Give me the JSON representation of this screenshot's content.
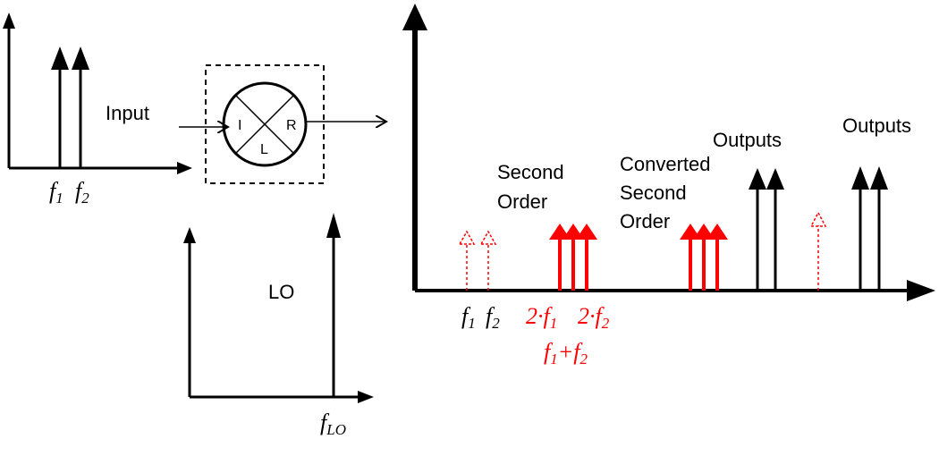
{
  "colors": {
    "ink": "#000000",
    "second_order": "#ff0000"
  },
  "input": {
    "label": "Input",
    "tones": [
      {
        "name": "f",
        "sub": "1"
      },
      {
        "name": "f",
        "sub": "2"
      }
    ]
  },
  "mixer": {
    "ports": {
      "i": "I",
      "l": "L",
      "r": "R"
    },
    "icon": "mixer-cross-icon"
  },
  "lo": {
    "label": "LO",
    "freq": {
      "name": "f",
      "sub": "LO"
    }
  },
  "output": {
    "tones": [
      {
        "name": "f",
        "sub": "1"
      },
      {
        "name": "f",
        "sub": "2"
      }
    ],
    "second_order": {
      "label_line1": "Second",
      "label_line2": "Order",
      "products": [
        {
          "prefix": "2·f",
          "sub": "1",
          "suffix": "",
          "tail": ""
        },
        {
          "prefix": "2·f",
          "sub": "2",
          "suffix": "",
          "tail": ""
        },
        {
          "prefix": "f",
          "sub": "1",
          "suffix": "+f",
          "tail": "2"
        }
      ]
    },
    "converted": {
      "label_line1": "Converted",
      "label_line2": "Second",
      "label_line3": "Order"
    },
    "outputs_label_1": "Outputs",
    "outputs_label_2": "Outputs"
  }
}
